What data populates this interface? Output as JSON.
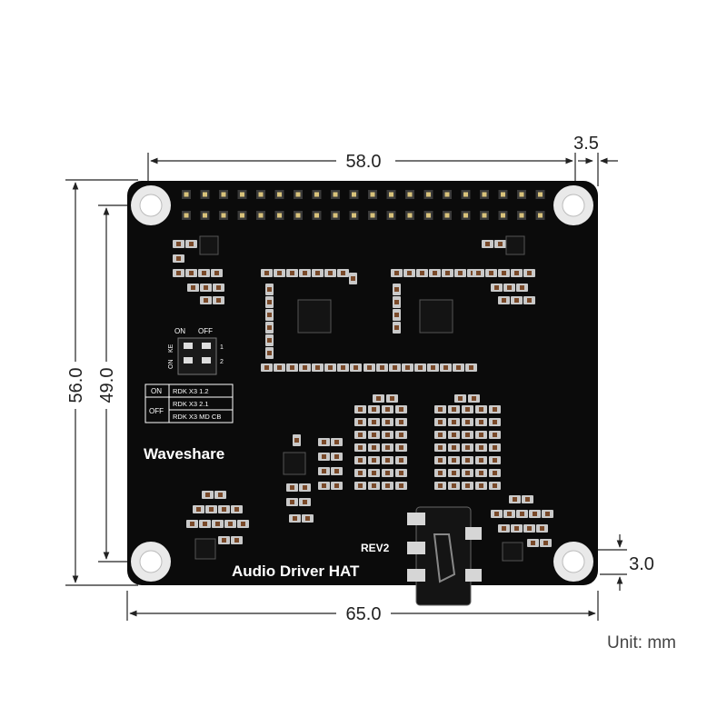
{
  "dimensions": {
    "top_width": "58.0",
    "right_offset": "3.5",
    "total_height": "56.0",
    "inner_height": "49.0",
    "hole_offset": "3.0",
    "total_width": "65.0",
    "unit": "Unit: mm"
  },
  "board": {
    "brand": "Waveshare",
    "product": "Audio Driver HAT",
    "revision": "REV2",
    "switch_on": "ON",
    "switch_off": "OFF",
    "switch_marks": [
      "ON",
      "KE"
    ],
    "switch_numbers": [
      "1",
      "2"
    ],
    "table": [
      {
        "state": "ON",
        "label": "RDK X3 1.2"
      },
      {
        "state": "",
        "label": "RDK X3 2.1"
      },
      {
        "state": "OFF",
        "label": "RDK X3 MD CB"
      }
    ]
  },
  "colors": {
    "board": "#0b0b0b",
    "silkscreen": "#ffffff",
    "pad": "#c9c9c9",
    "header_pin": "#d8c27a",
    "dimension_line": "#222222"
  }
}
